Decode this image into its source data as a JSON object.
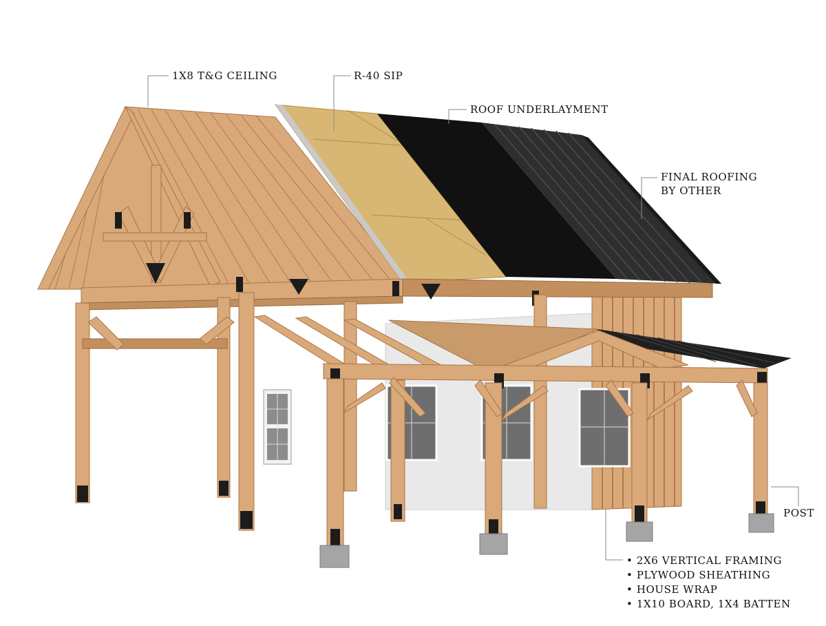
{
  "diagram": {
    "callouts": {
      "ceiling": "1X8 T&G CEILING",
      "sip": "R-40 SIP",
      "underlayment": "ROOF UNDERLAYMENT",
      "final_roofing_line1": "FINAL ROOFING",
      "final_roofing_line2": "BY OTHER",
      "post": "POST"
    },
    "wall_assembly": [
      "• 2X6 VERTICAL FRAMING",
      "• PLYWOOD SHEATHING",
      "• HOUSE WRAP",
      "• 1X10 BOARD, 1X4 BATTEN"
    ],
    "colors": {
      "timber": "#d9a97a",
      "timber_shadow": "#c38f5e",
      "osb": "#d8b774",
      "underlayment": "#111111",
      "metal_roof": "#2e2e2e",
      "wall": "#e9e9e9",
      "concrete": "#a5a5a5"
    }
  }
}
